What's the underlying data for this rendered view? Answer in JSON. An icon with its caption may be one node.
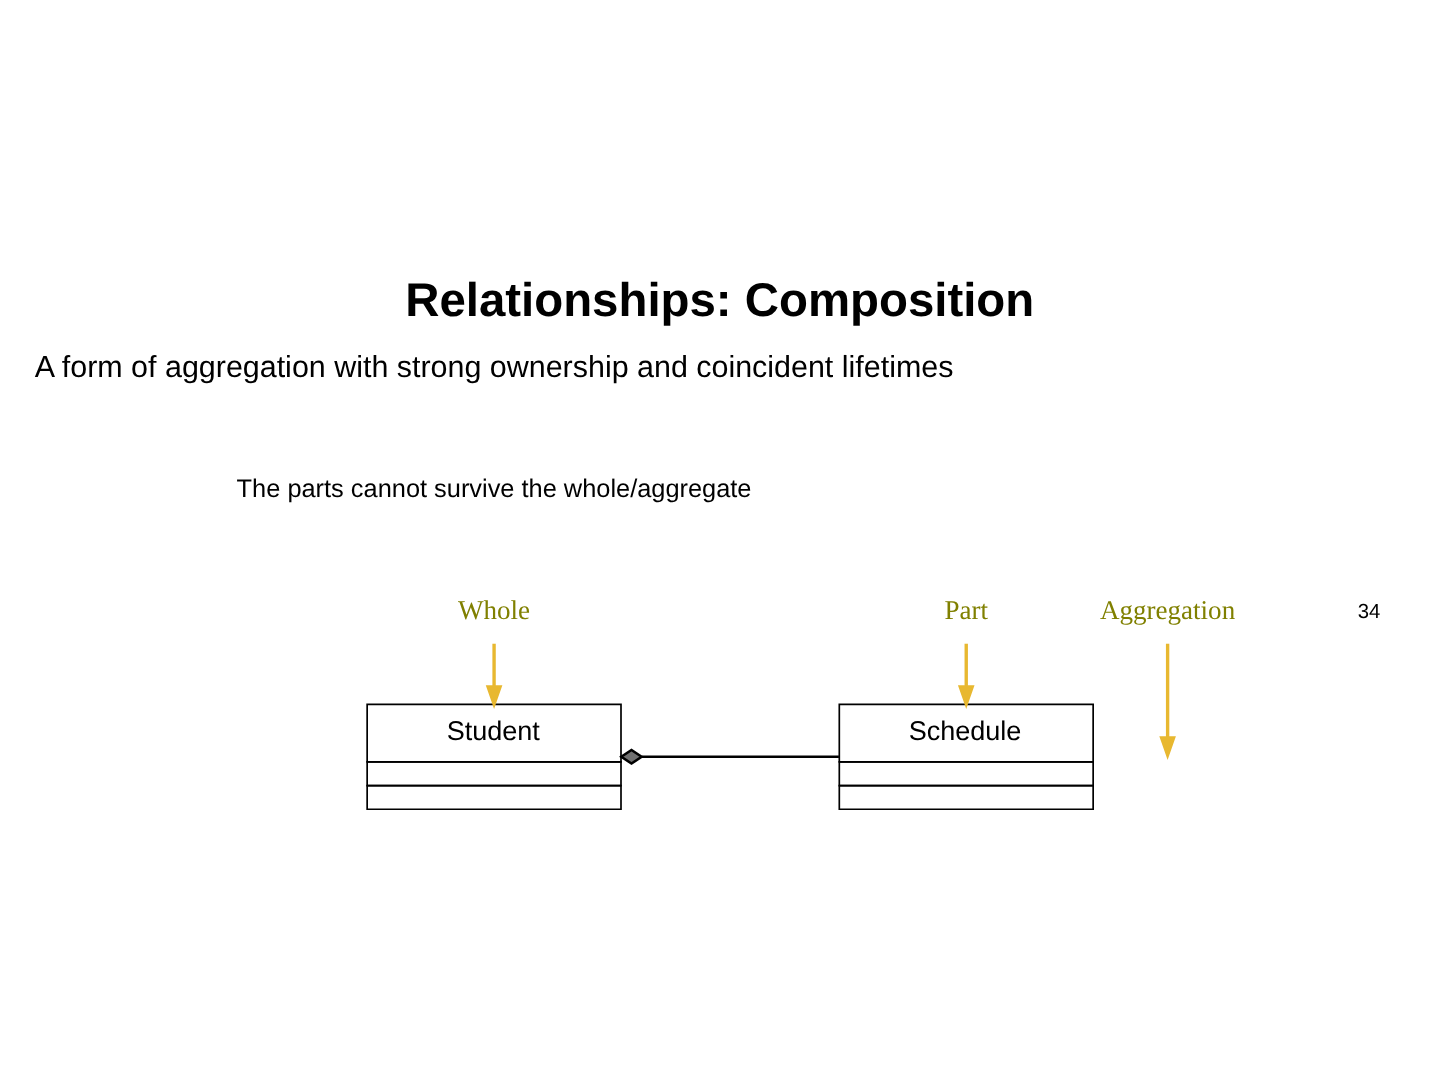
{
  "diagram": {
    "title": "Relationships: Composition",
    "nodes": [
      {
        "text": [
          "Whole"
        ]
      },
      {
        "text": [
          "Part"
        ]
      },
      {
        "text": [
          "Student"
        ]
      },
      {
        "text": [
          "Schedule"
        ]
      },
      {
        "text": [
          "Aggregation"
        ]
      }
    ],
    "edges": [
      {
        "from": 0,
        "to": 2,
        "arrow": "to"
      },
      {
        "from": 1,
        "to": 3,
        "arrow": "to"
      },
      {
        "from": 2,
        "to": 3,
        "arrow": "other",
        "color": "#000000"
      },
      {
        "from": 4,
        "to": null,
        "arrow": "to"
      }
    ],
    "labels": [
      "A form of aggregation with strong ownership and coincident lifetimes",
      "The parts cannot survive the whole/aggregate",
      "34"
    ]
  }
}
